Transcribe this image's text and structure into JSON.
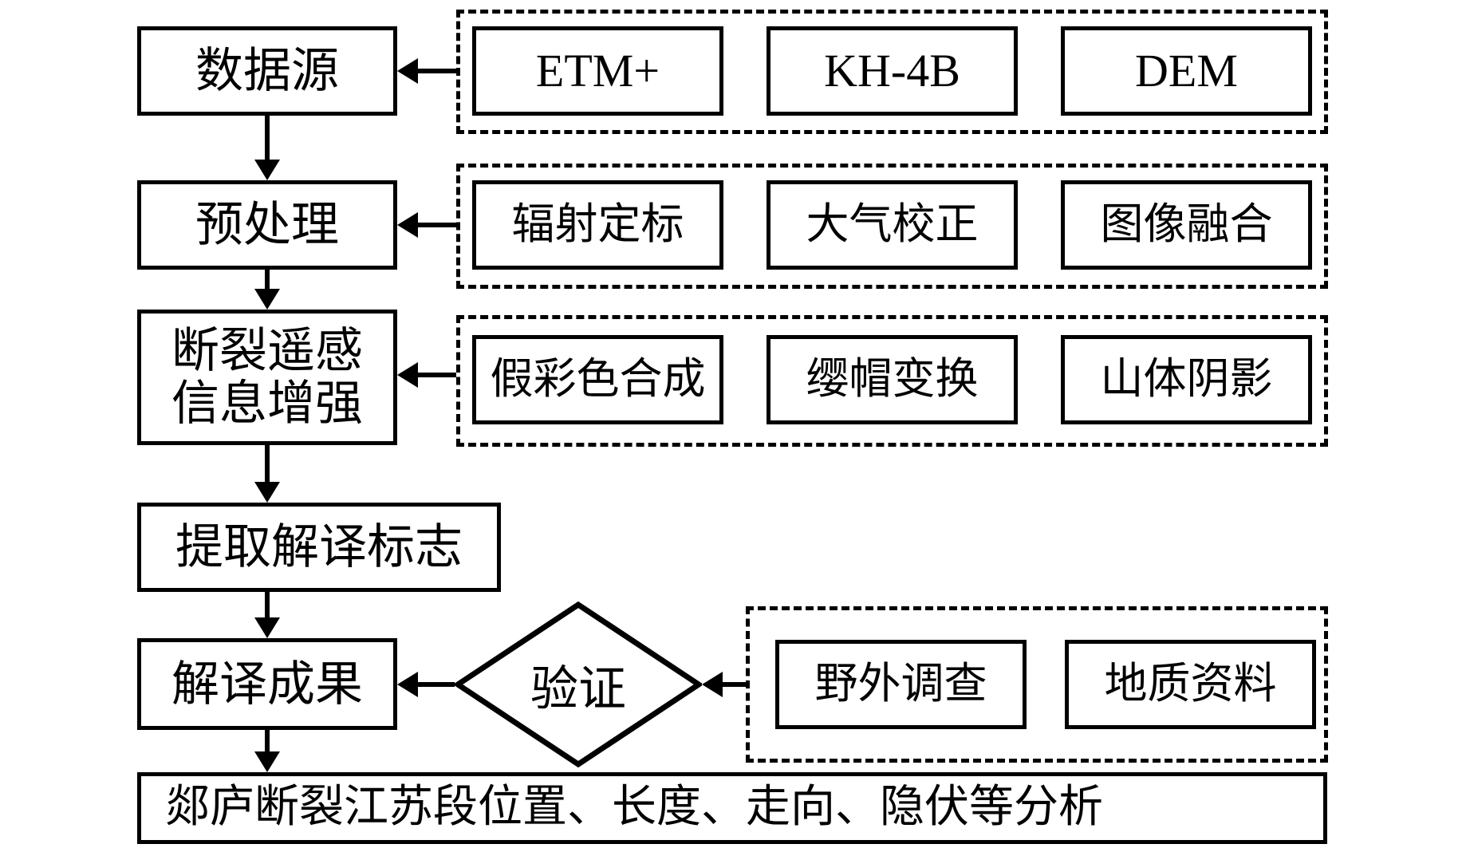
{
  "figure": {
    "background": "#ffffff",
    "line_color": "#000000",
    "nodes": {
      "data_source": "数据源",
      "preprocess": "预处理",
      "enhance_line1": "断裂遥感",
      "enhance_line2": "信息增强",
      "extract": "提取解译标志",
      "result": "解译成果",
      "analysis": "郯庐断裂江苏段位置、长度、走向、隐伏等分析"
    },
    "decision": "验证",
    "groups": {
      "data_sources": {
        "items": [
          "ETM+",
          "KH-4B",
          "DEM"
        ]
      },
      "preprocessing": {
        "items": [
          "辐射定标",
          "大气校正",
          "图像融合"
        ]
      },
      "enhancement": {
        "items": [
          "假彩色合成",
          "缨帽变换",
          "山体阴影"
        ]
      },
      "validation": {
        "items": [
          "野外调查",
          "地质资料"
        ]
      }
    }
  }
}
